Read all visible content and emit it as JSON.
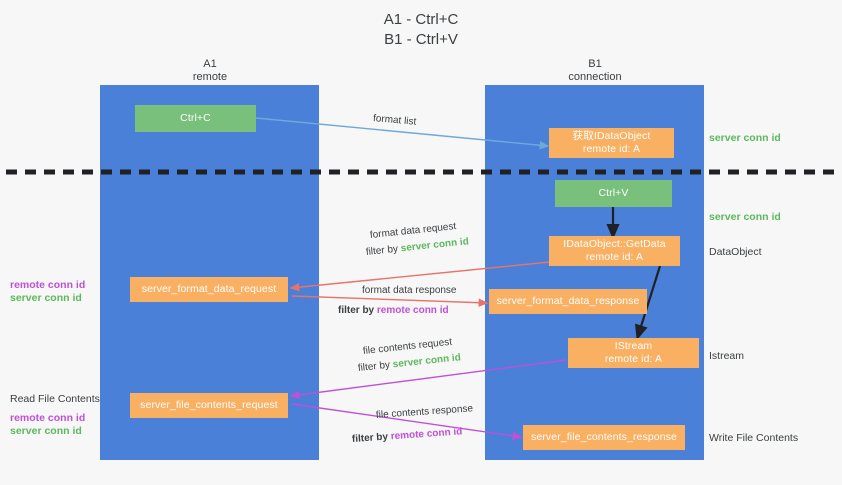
{
  "title": {
    "line1": "A1 - Ctrl+C",
    "line2": "B1 - Ctrl+V"
  },
  "columns": [
    {
      "name": "A1",
      "sub": "remote"
    },
    {
      "name": "B1",
      "sub": "connection"
    }
  ],
  "nodes": [
    {
      "id": "ctrl-c",
      "label": "Ctrl+C",
      "sub": "",
      "color": "green"
    },
    {
      "id": "get-idataobject",
      "label": "获取IDataObject",
      "sub": "remote id: A",
      "color": "orange"
    },
    {
      "id": "ctrl-v",
      "label": "Ctrl+V",
      "sub": "",
      "color": "green"
    },
    {
      "id": "idataobject-getdata",
      "label": "IDataObject::GetData",
      "sub": "remote id: A",
      "color": "orange"
    },
    {
      "id": "server-format-data-request",
      "label": "server_format_data_request",
      "sub": "",
      "color": "orange"
    },
    {
      "id": "server-format-data-response",
      "label": "server_format_data_response",
      "sub": "",
      "color": "orange"
    },
    {
      "id": "istream",
      "label": "IStream",
      "sub": "remote id: A",
      "color": "orange"
    },
    {
      "id": "server-file-contents-request",
      "label": "server_file_contents_request",
      "sub": "",
      "color": "orange"
    },
    {
      "id": "server-file-contents-response",
      "label": "server_file_contents_response",
      "sub": "",
      "color": "orange"
    }
  ],
  "edges": {
    "format_list": "format list",
    "format_data_request": "format data request",
    "format_data_response": "format data response",
    "file_contents_request": "file contents request",
    "file_contents_response": "file contents response",
    "filter_by": "filter by",
    "server_conn_id": "server conn id",
    "remote_conn_id": "remote conn id"
  },
  "annotations": {
    "server_conn_id_top": "server conn id",
    "server_conn_id_mid": "server conn id",
    "dataobject": "DataObject",
    "istream": "Istream",
    "write_file_contents": "Write File Contents",
    "read_file_contents": "Read File Contents",
    "remote_conn_id": "remote conn id",
    "server_conn_id": "server conn id"
  },
  "colors": {
    "lane": "#4a80d8",
    "green_node": "#78c07c",
    "orange_node": "#f9b062",
    "green_text": "#5cb85c",
    "purple_text": "#c050d8",
    "blue_arrow": "#6fa8dc",
    "red_arrow": "#e8736c",
    "magenta_arrow": "#c050d8",
    "dark_arrow": "#202124",
    "background": "#f7f7f7"
  }
}
